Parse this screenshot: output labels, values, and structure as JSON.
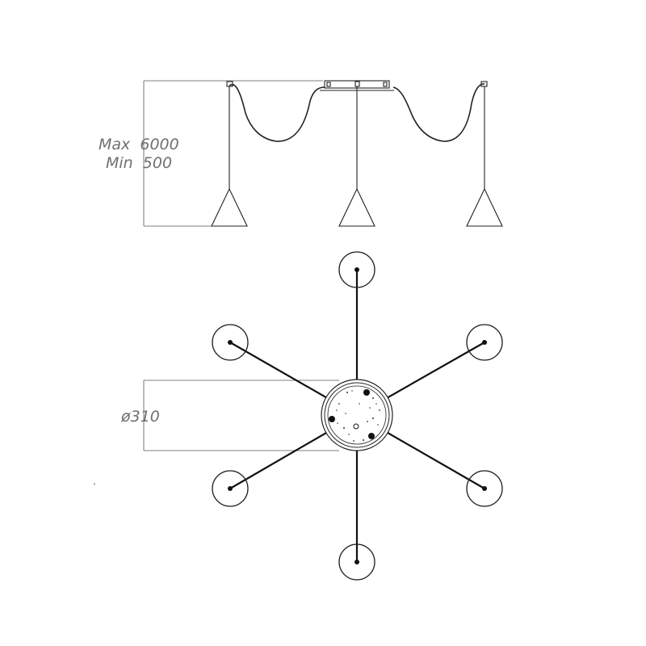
{
  "elevation": {
    "height_label_max": "Max  6000",
    "height_label_min": "Min  500",
    "pendant_count": 3
  },
  "plan": {
    "diameter_label": "ø310",
    "arm_count": 6
  },
  "colors": {
    "line": "#222222",
    "dimension_text": "#6f6f6f",
    "background": "#ffffff"
  }
}
